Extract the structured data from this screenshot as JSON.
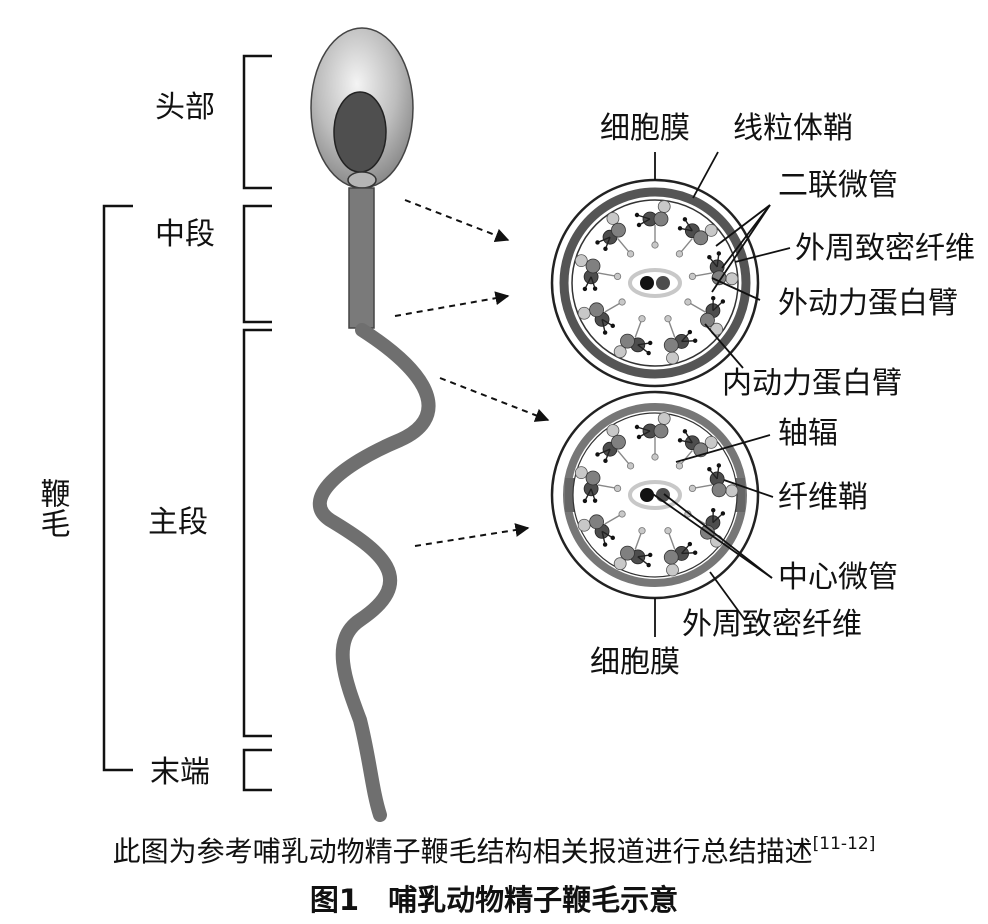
{
  "labels": {
    "head": "头部",
    "midpiece": "中段",
    "flagellum": "鞭毛",
    "principal": "主段",
    "endpiece": "末端",
    "membrane_top": "细胞膜",
    "mito_sheath": "线粒体鞘",
    "doublet": "二联微管",
    "odf_top": "外周致密纤维",
    "outer_arm": "外动力蛋白臂",
    "inner_arm": "内动力蛋白臂",
    "radial_spoke": "轴辐",
    "fibrous_sheath": "纤维鞘",
    "central_pair": "中心微管",
    "odf_bottom": "外周致密纤维",
    "membrane_bottom": "细胞膜"
  },
  "caption": {
    "note": "此图为参考哺乳动物精子鞭毛结构相关报道进行总结描述",
    "ref": "[11-12]",
    "title": "图1　哺乳动物精子鞭毛示意"
  },
  "colors": {
    "dark_gray": "#4d4d4d",
    "mid_gray": "#808080",
    "light_gray": "#c8c8c8",
    "black": "#111111"
  }
}
